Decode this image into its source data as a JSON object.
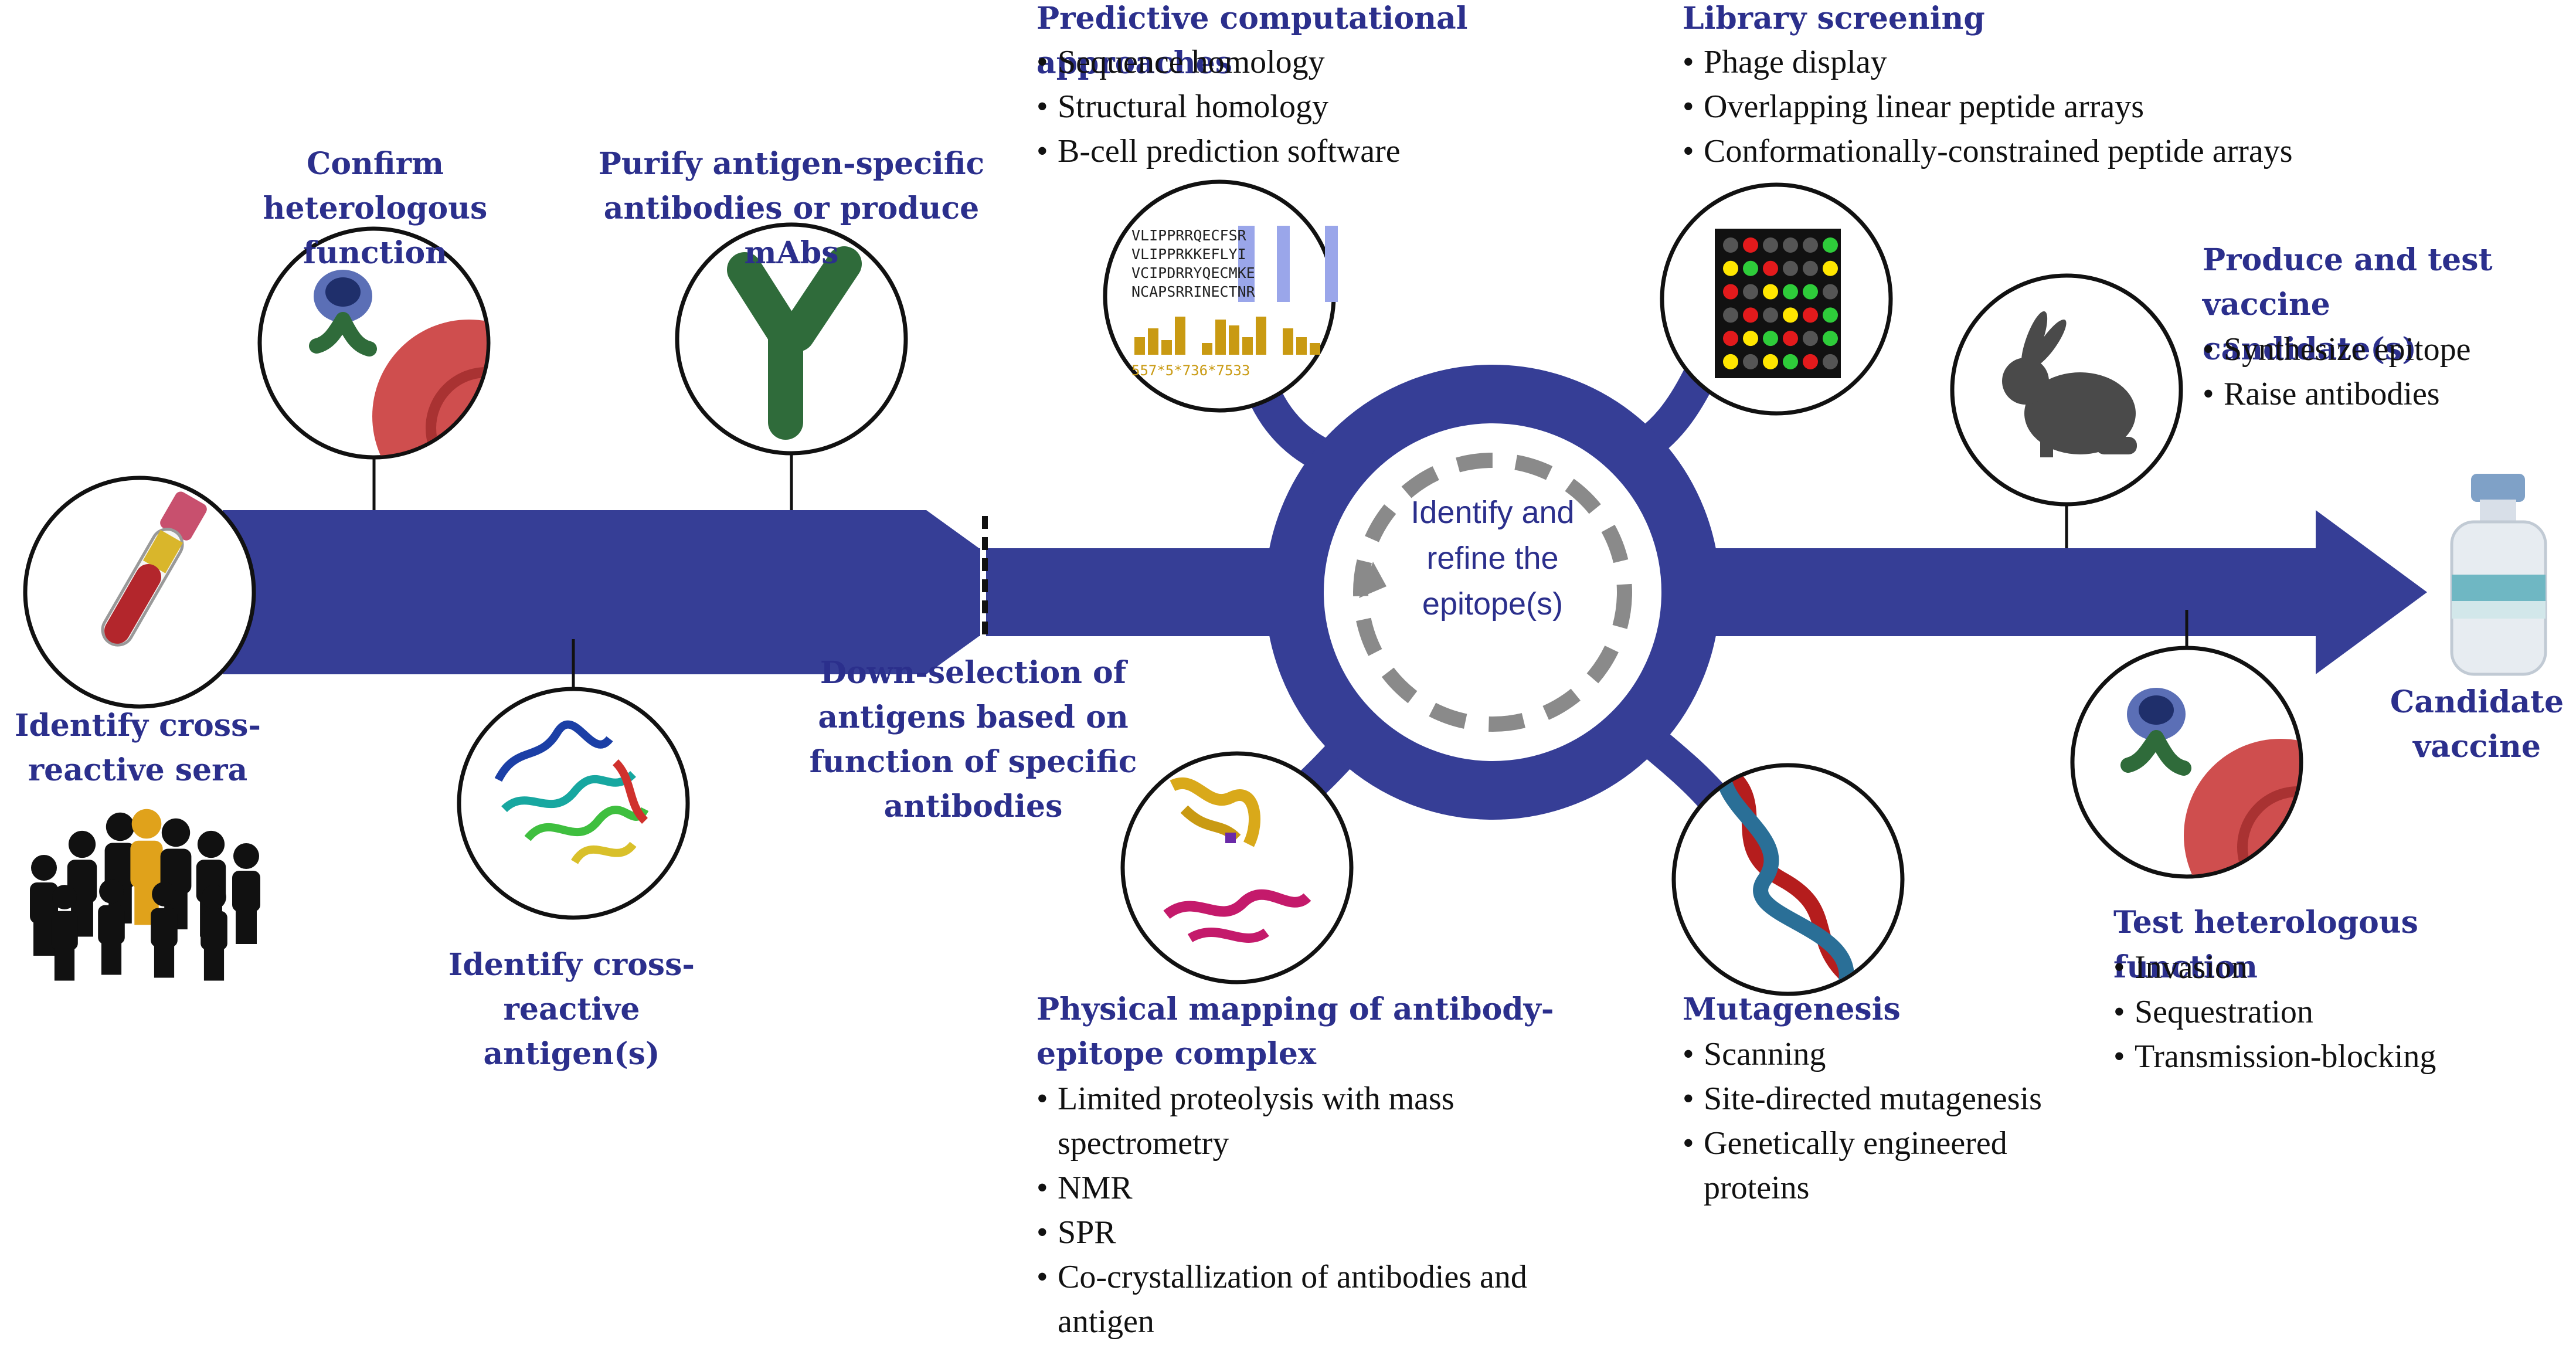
{
  "colors": {
    "arrow": "#363e96",
    "heading": "#2b2f8c",
    "text": "#111111",
    "antibody_green": "#2f6b3a",
    "rbc_red": "#cf4e4e",
    "dashed_gray": "#8a8a8a"
  },
  "hub": {
    "text": "Identify and refine the epitope(s)"
  },
  "labels": {
    "identify_sera": "Identify cross-reactive sera",
    "confirm_function": "Confirm heterologous function",
    "purify": "Purify antigen-specific antibodies or produce mAbs",
    "identify_antigen": "Identify cross-reactive antigen(s)",
    "down_selection": "Down-selection of antigens based on function of specific antibodies",
    "candidate_vaccine": "Candidate vaccine"
  },
  "predictive": {
    "title": "Predictive computational approaches",
    "items": [
      "Sequence homology",
      "Structural homology",
      "B-cell prediction software"
    ]
  },
  "library": {
    "title": "Library screening",
    "items": [
      "Phage display",
      "Overlapping linear peptide arrays",
      "Conformationally-constrained peptide arrays"
    ]
  },
  "produce_test": {
    "title": "Produce and test vaccine candidate(s)",
    "items": [
      "Synthesize epitope",
      "Raise antibodies"
    ]
  },
  "physical_mapping": {
    "title": "Physical mapping of antibody-epitope complex",
    "items": [
      "Limited proteolysis with mass spectrometry",
      "NMR",
      "SPR",
      "Co-crystallization of antibodies and antigen"
    ]
  },
  "mutagenesis": {
    "title": "Mutagenesis",
    "items": [
      "Scanning",
      "Site-directed mutagenesis",
      "Genetically engineered proteins"
    ]
  },
  "test_function": {
    "title": "Test heterologous function",
    "items": [
      "Invasion",
      "Sequestration",
      "Transmission-blocking"
    ]
  },
  "alignment": {
    "rows": [
      "VLIPPRRQECFSR",
      "VLIPPRKKEFLYI",
      "VCIPDRRYQECMKE",
      "NCAPSRRINECTNR"
    ],
    "scores": "557*5*736*7533"
  },
  "peptide_array": {
    "grid": [
      [
        "gray",
        "red",
        "gray",
        "gray",
        "gray",
        "green"
      ],
      [
        "yellow",
        "green",
        "red",
        "gray",
        "gray",
        "yellow"
      ],
      [
        "red",
        "gray",
        "yellow",
        "green",
        "green",
        "gray"
      ],
      [
        "gray",
        "red",
        "gray",
        "yellow",
        "red",
        "green"
      ],
      [
        "red",
        "yellow",
        "green",
        "red",
        "gray",
        "green"
      ],
      [
        "yellow",
        "gray",
        "yellow",
        "green",
        "red",
        "gray"
      ]
    ],
    "palette": {
      "gray": "#555555",
      "red": "#e31a1c",
      "yellow": "#ffe600",
      "green": "#2ecc3a"
    }
  }
}
